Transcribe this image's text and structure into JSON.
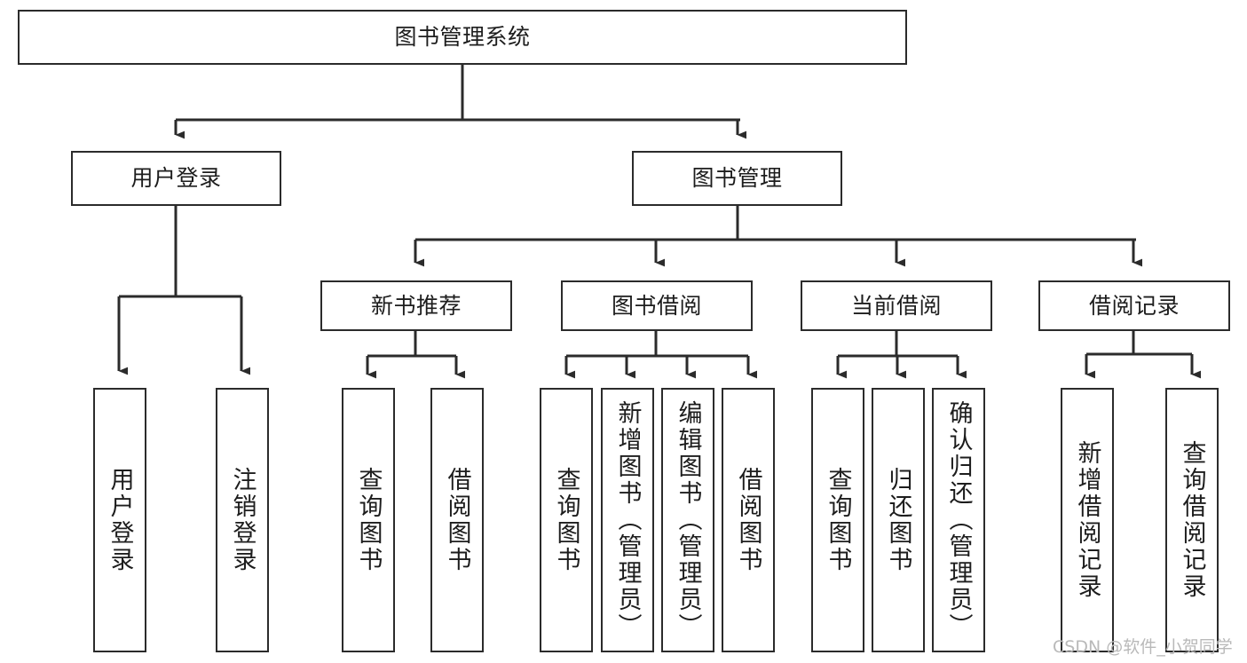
{
  "diagram": {
    "title": "图书管理系统",
    "type": "hierarchy-tree",
    "root": {
      "id": "root",
      "label": "图书管理系统",
      "orientation": "horizontal"
    },
    "level2": [
      {
        "id": "user-login",
        "label": "用户登录",
        "orientation": "horizontal"
      },
      {
        "id": "book-manage",
        "label": "图书管理",
        "orientation": "horizontal"
      }
    ],
    "level3": [
      {
        "id": "new-book-recommend",
        "label": "新书推荐",
        "orientation": "horizontal",
        "parent": "book-manage"
      },
      {
        "id": "book-borrow",
        "label": "图书借阅",
        "orientation": "horizontal",
        "parent": "book-manage"
      },
      {
        "id": "current-borrow",
        "label": "当前借阅",
        "orientation": "horizontal",
        "parent": "book-manage"
      },
      {
        "id": "borrow-record",
        "label": "借阅记录",
        "orientation": "horizontal",
        "parent": "book-manage"
      }
    ],
    "leaves": [
      {
        "id": "leaf-user-login",
        "label": "用户登录",
        "parent": "user-login"
      },
      {
        "id": "leaf-user-logout",
        "label": "注销登录",
        "parent": "user-login"
      },
      {
        "id": "leaf-query-book-1",
        "label": "查询图书",
        "parent": "new-book-recommend"
      },
      {
        "id": "leaf-borrow-book-1",
        "label": "借阅图书",
        "parent": "new-book-recommend"
      },
      {
        "id": "leaf-query-book-2",
        "label": "查询图书",
        "parent": "book-borrow"
      },
      {
        "id": "leaf-add-book",
        "label": "新增图书（管理员）",
        "parent": "book-borrow"
      },
      {
        "id": "leaf-edit-book",
        "label": "编辑图书（管理员）",
        "parent": "book-borrow"
      },
      {
        "id": "leaf-borrow-book-2",
        "label": "借阅图书",
        "parent": "book-borrow"
      },
      {
        "id": "leaf-query-book-3",
        "label": "查询图书",
        "parent": "current-borrow"
      },
      {
        "id": "leaf-return-book",
        "label": "归还图书",
        "parent": "current-borrow"
      },
      {
        "id": "leaf-confirm-return",
        "label": "确认归还（管理员）",
        "parent": "current-borrow"
      },
      {
        "id": "leaf-add-record",
        "label": "新增借阅记录",
        "parent": "borrow-record"
      },
      {
        "id": "leaf-query-record",
        "label": "查询借阅记录",
        "parent": "borrow-record"
      }
    ],
    "colors": {
      "stroke": "#2b2b2b",
      "fill": "#ffffff",
      "text": "#1d1d1d",
      "watermark": "#b9b9b9"
    }
  },
  "watermark": {
    "text": "CSDN @软件_小贺同学"
  }
}
